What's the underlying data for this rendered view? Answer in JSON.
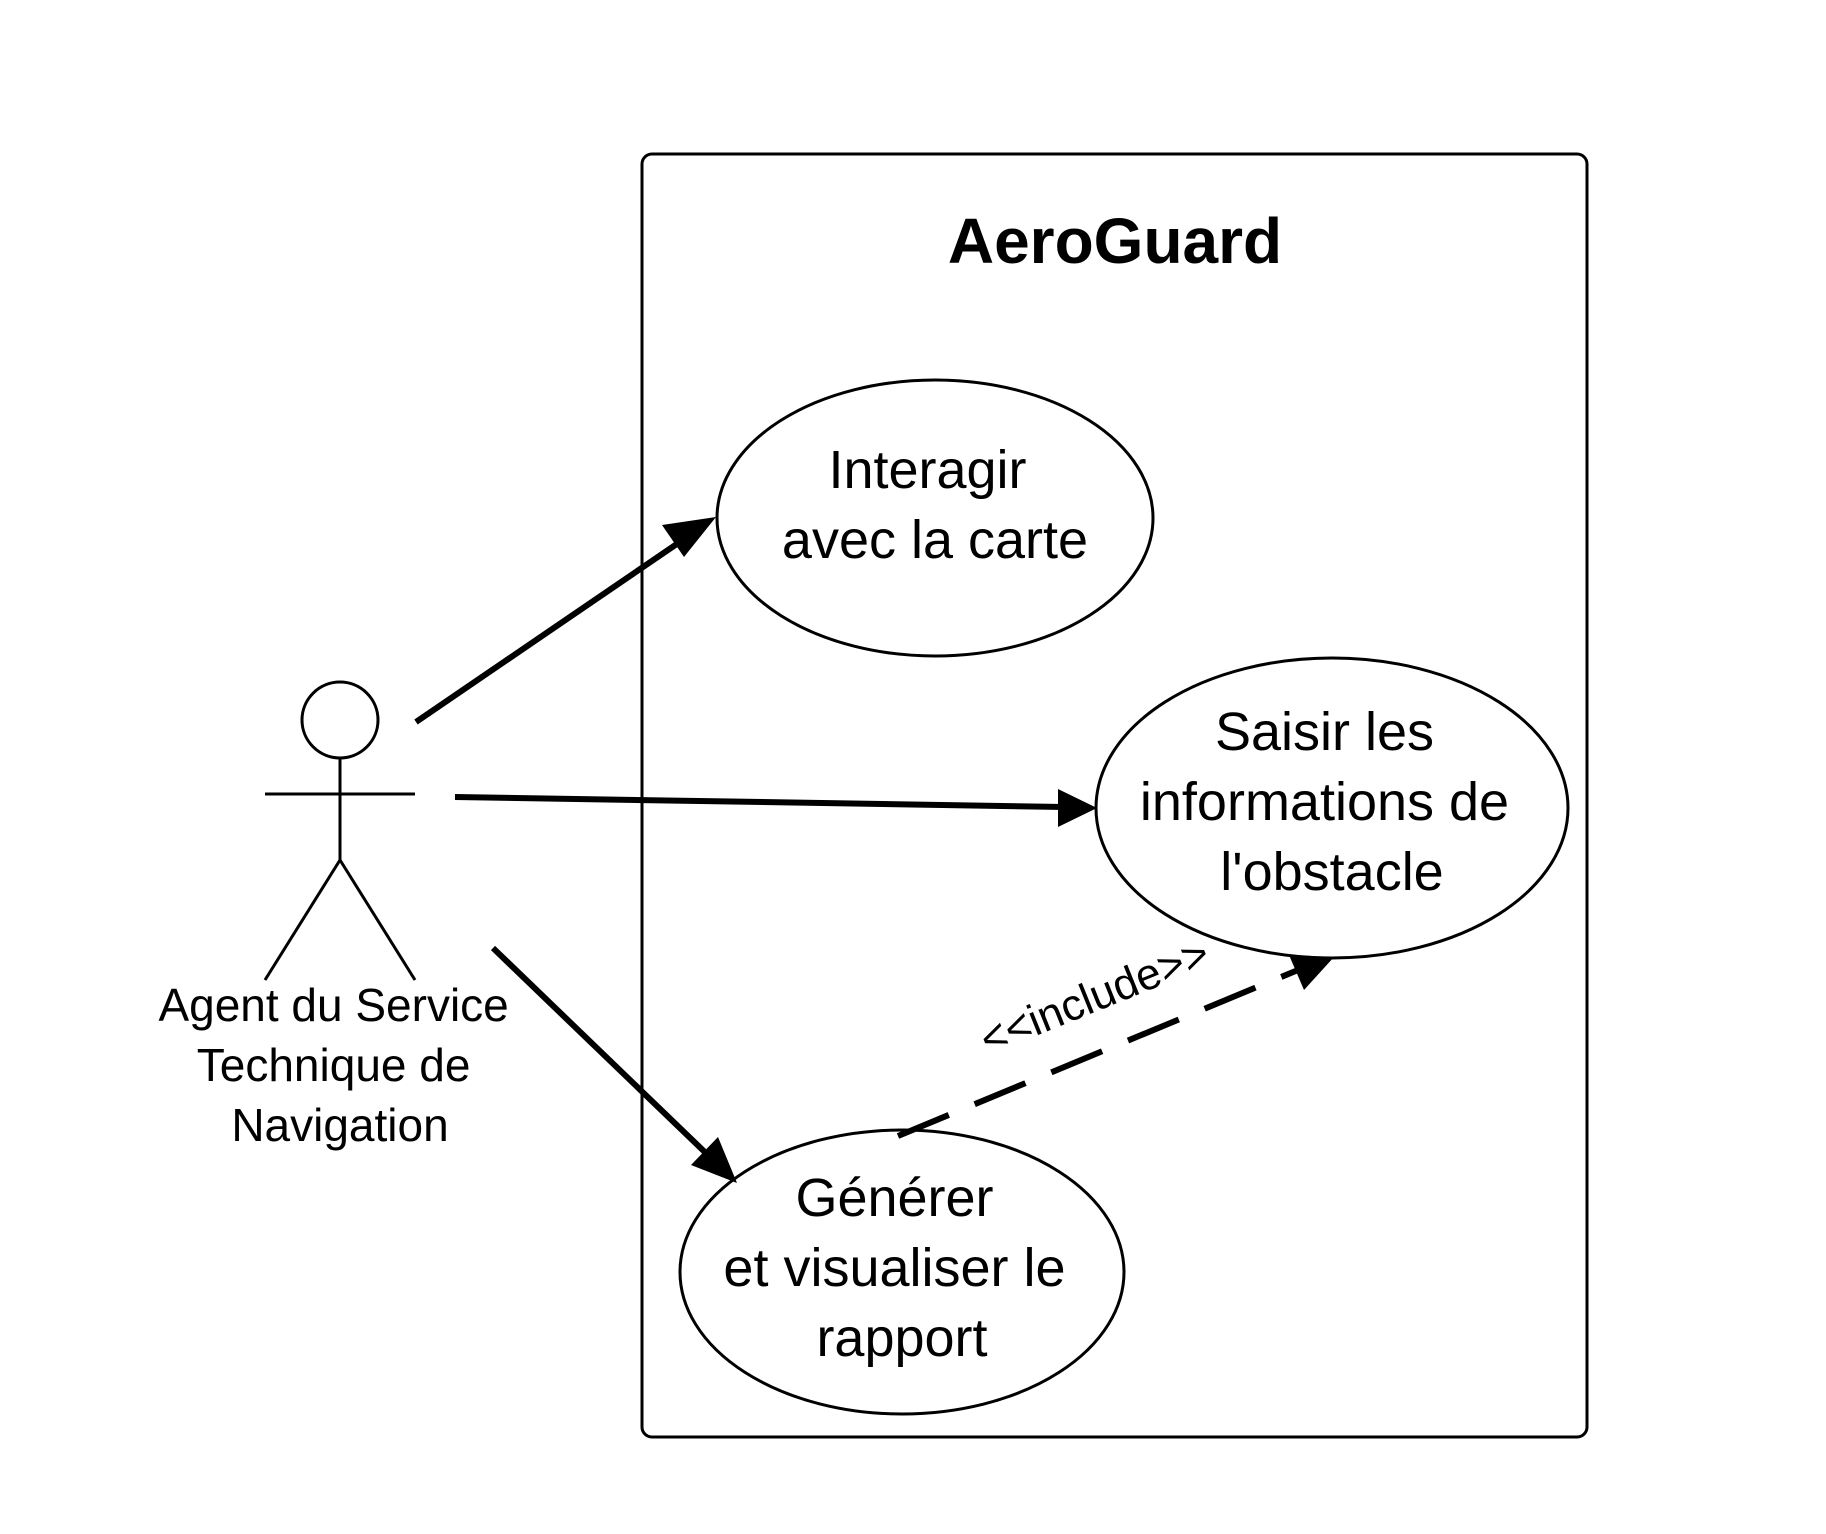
{
  "system": {
    "title": "AeroGuard"
  },
  "actor": {
    "name_lines": [
      "Agent du Service",
      "Technique de",
      "Navigation"
    ]
  },
  "use_cases": [
    {
      "id": "uc-interact-map",
      "lines": [
        "Interagir",
        "avec la carte"
      ]
    },
    {
      "id": "uc-enter-obstacle",
      "lines": [
        "Saisir les",
        "informations de",
        "l'obstacle"
      ]
    },
    {
      "id": "uc-generate-report",
      "lines": [
        "Générer",
        "et visualiser le",
        "rapport"
      ]
    }
  ],
  "relations": {
    "include_label": "<<include>>"
  },
  "colors": {
    "stroke": "#000000",
    "background": "#ffffff"
  }
}
